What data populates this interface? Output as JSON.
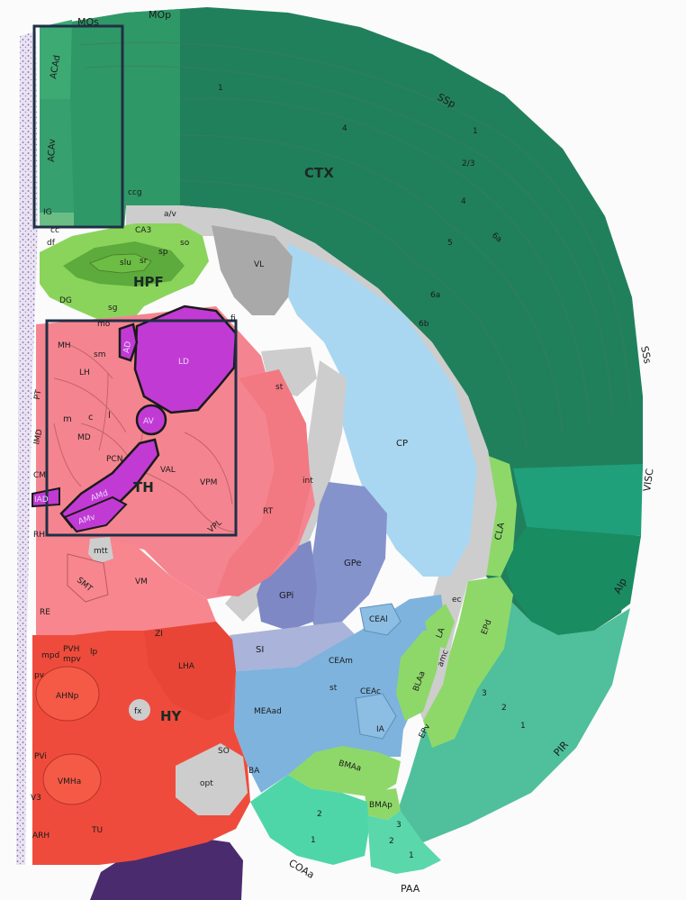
{
  "colors": {
    "cortex": "#21805c",
    "cortex_dark": "#1c7150",
    "hippocampus": "#8ad45c",
    "thalamus": "#f48590",
    "thalamus_anterior": "#c23ad4",
    "hypothalamus": "#ef4b3c",
    "striatum": "#a9d7f1",
    "pallidum": "#8593cc",
    "amygdala": "#7eb3dd",
    "olfactory": "#4fd6a8",
    "fiber_tracts": "#cdcdcd",
    "highlight_box": "#1f2f45"
  },
  "labels": {
    "outer": {
      "MOs": "MOs",
      "MOp": "MOp",
      "SSp": "SSp",
      "SSs": "SSs",
      "VISC": "VISC",
      "AIp": "AIp",
      "PIR": "PIR",
      "PAA": "PAA",
      "COAa": "COAa"
    },
    "cortex": {
      "ACAd": "ACAd",
      "ACAv": "ACAv",
      "IG": "IG",
      "CTX": "CTX",
      "L1": "1",
      "L4": "4",
      "L23": "2/3",
      "L5": "5",
      "L6a": "6a",
      "L6b": "6b",
      "L6a_alt": "6a",
      "L4_alt": "4",
      "L1_alt": "1",
      "CLA": "CLA",
      "EPd": "EPd",
      "EPv": "EPv",
      "pir1": "1",
      "pir2": "2",
      "pir3": "3"
    },
    "hippocampus": {
      "HPF": "HPF",
      "CA3": "CA3",
      "DG": "DG",
      "so": "so",
      "sp": "sp",
      "sr": "sr",
      "slu": "slu",
      "sg": "sg",
      "mo": "mo",
      "df": "df",
      "cc": "cc",
      "ccg": "ccg",
      "alv": "a/v",
      "fi": "fi"
    },
    "thalamus": {
      "TH": "TH",
      "AD": "AD",
      "LD": "LD",
      "AV": "AV",
      "AMd": "AMd",
      "AMv": "AMv",
      "IAD": "IAD",
      "MH": "MH",
      "LH": "LH",
      "sm": "sm",
      "PT": "PT",
      "IMD": "IMD",
      "CM": "CM",
      "RH": "RH",
      "m": "m",
      "c": "c",
      "l": "l",
      "MD": "MD",
      "PCN": "PCN",
      "VAL": "VAL",
      "VPM": "VPM",
      "VPL": "VPL",
      "RT": "RT",
      "mtt": "mtt",
      "SMT": "SMT",
      "VM": "VM",
      "RE": "RE",
      "int": "int",
      "VL": "VL",
      "st": "st",
      "V3": "V3"
    },
    "striatum": {
      "CP": "CP",
      "GPe": "GPe",
      "GPi": "GPi",
      "SI": "SI",
      "CEAl": "CEAl",
      "CEAm": "CEAm",
      "CEAc": "CEAc",
      "MEAad": "MEAad",
      "IA": "IA",
      "BA": "BA",
      "LA": "LA",
      "BLAa": "BLAa",
      "amc": "amc",
      "ec": "ec",
      "BMAa": "BMAa",
      "BMAp": "BMAp",
      "coa1": "1",
      "coa2": "2",
      "paa1": "1",
      "paa2": "2",
      "paa3": "3",
      "stv": "st"
    },
    "hypothalamus": {
      "HY": "HY",
      "ZI": "ZI",
      "LHA": "LHA",
      "PVH": "PVH",
      "mpd": "mpd",
      "mpv": "mpv",
      "lp": "lp",
      "pv": "pv",
      "AHNp": "AHNp",
      "fx": "fx",
      "PVi": "PVi",
      "VMHa": "VMHa",
      "ARH": "ARH",
      "TU": "TU",
      "SO": "SO",
      "opt": "opt"
    }
  }
}
